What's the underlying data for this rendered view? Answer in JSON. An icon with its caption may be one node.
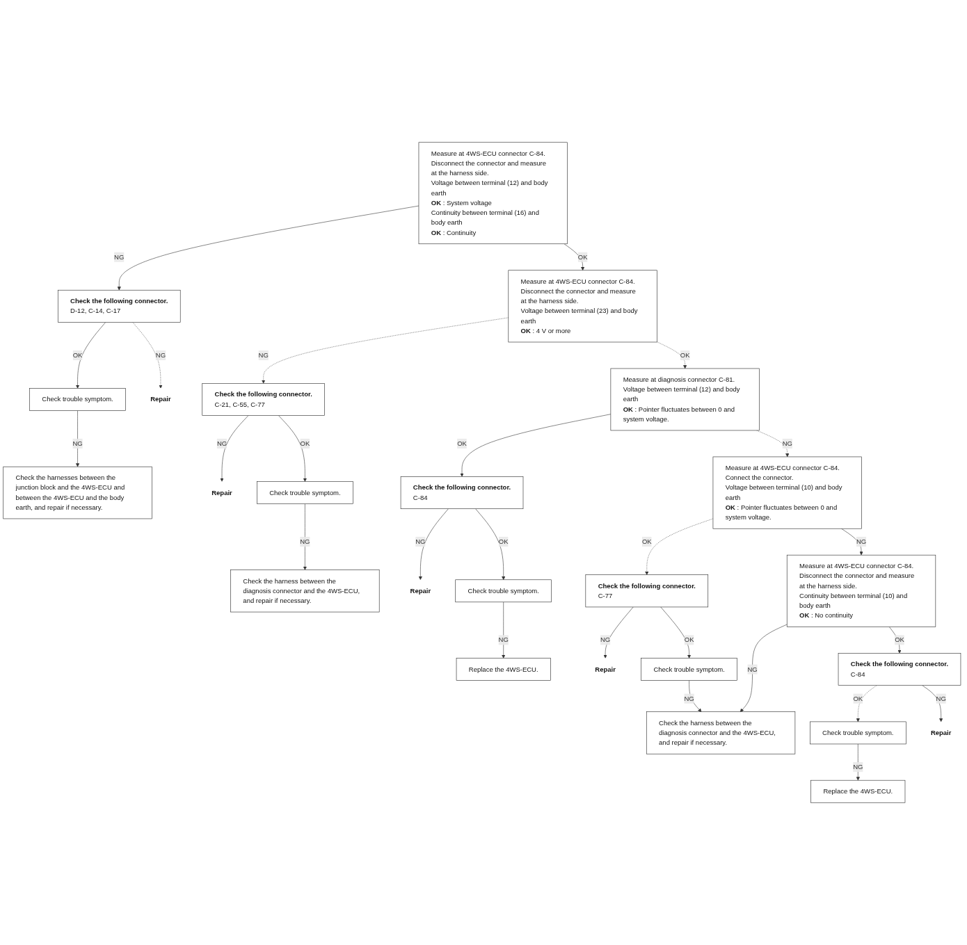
{
  "diagram": {
    "nodes": [
      {
        "text": [
          "Measure at 4WS-ECU connector C-84.",
          "Disconnect the connector and measure at the harness side.",
          "Voltage between terminal (12) and body earth",
          "**OK** : System voltage",
          "Continuity between terminal (16) and body earth",
          "**OK** : Continuity"
        ]
      },
      {
        "text": [
          "Check the following connector.",
          "D-12, C-14, C-17"
        ]
      },
      {
        "text": [
          "Check trouble symptom."
        ]
      },
      {
        "text": [
          "Check the harnesses between the junction block and the 4WS-ECU and between the 4WS-ECU and the body earth, and repair if necessary."
        ]
      },
      {
        "text": [
          "Measure at 4WS-ECU connector C-84.",
          "Disconnect the connector and measure at the harness side.",
          "Voltage between terminal (23) and body earth",
          "**OK** : 4 V or more"
        ]
      },
      {
        "text": [
          "Repair"
        ]
      },
      {
        "text": [
          "Check the following connector.",
          "C-21, C-55, C-77"
        ]
      },
      {
        "text": [
          "Repair"
        ]
      },
      {
        "text": [
          "Check trouble symptom."
        ]
      },
      {
        "text": [
          "Check the harness between the diagnosis connector and the 4WS-ECU, and repair if necessary."
        ]
      },
      {
        "text": [
          "Measure at diagnosis connector C-81.",
          "Voltage between terminal (12) and body earth",
          "**OK** : Pointer fluctuates between 0 and system voltage."
        ]
      },
      {
        "text": [
          "Check the following connector.",
          "C-84"
        ]
      },
      {
        "text": [
          "Repair"
        ]
      },
      {
        "text": [
          "Check trouble symptom."
        ]
      },
      {
        "text": [
          "Replace the 4WS-ECU."
        ]
      },
      {
        "text": [
          "Measure at 4WS-ECU connector C-84.",
          "Connect the connector.",
          "Voltage between terminal (10) and body earth",
          "**OK** : Pointer fluctuates between 0 and system voltage."
        ]
      },
      {
        "text": [
          "Check the following connector.",
          "C-77"
        ]
      },
      {
        "text": [
          "Repair"
        ]
      },
      {
        "text": [
          "Check trouble symptom."
        ]
      },
      {
        "text": [
          "Check the harness between the diagnosis connector and the 4WS-ECU, and repair if necessary."
        ]
      },
      {
        "text": [
          "Measure at 4WS-ECU connector C-84.",
          "Disconnect the connector and measure at the harness side.",
          "Continuity between terminal (10) and body earth",
          "**OK** : No continuity"
        ]
      },
      {
        "text": [
          "Check the following connector.",
          "C-84"
        ]
      },
      {
        "text": [
          "Check trouble symptom."
        ]
      },
      {
        "text": [
          "Replace the 4WS-ECU."
        ]
      },
      {
        "text": [
          "Repair"
        ]
      }
    ],
    "edges": [
      {
        "from": 0,
        "to": 4,
        "arrow": "to",
        "label": "OK"
      },
      {
        "from": 0,
        "to": 1,
        "arrow": "to",
        "label": "NG"
      },
      {
        "from": 1,
        "to": 5,
        "arrow": "to",
        "label": "NG",
        "style": "dashed"
      },
      {
        "from": 1,
        "to": 2,
        "arrow": "to",
        "label": "OK"
      },
      {
        "from": 2,
        "to": 3,
        "arrow": "to",
        "label": "NG"
      },
      {
        "from": 4,
        "to": 6,
        "arrow": "to",
        "label": "NG",
        "style": "dashed"
      },
      {
        "from": 6,
        "to": 8,
        "arrow": "to",
        "label": "OK"
      },
      {
        "from": 6,
        "to": 7,
        "arrow": "to",
        "label": "NG"
      },
      {
        "from": 8,
        "to": 9,
        "arrow": "to",
        "label": "NG"
      },
      {
        "from": 4,
        "to": 10,
        "arrow": "to",
        "label": "OK",
        "style": "dashed"
      },
      {
        "from": 10,
        "to": 11,
        "arrow": "to",
        "label": "OK"
      },
      {
        "from": 11,
        "to": 13,
        "arrow": "to",
        "label": "OK"
      },
      {
        "from": 11,
        "to": 12,
        "arrow": "to",
        "label": "NG"
      },
      {
        "from": 13,
        "to": 14,
        "arrow": "to",
        "label": "NG"
      },
      {
        "from": 10,
        "to": 15,
        "arrow": "to",
        "label": "NG",
        "style": "dashed"
      },
      {
        "from": 15,
        "to": 16,
        "arrow": "to",
        "label": "OK",
        "style": "dashed"
      },
      {
        "from": 16,
        "to": 18,
        "arrow": "to",
        "label": "OK"
      },
      {
        "from": 16,
        "to": 17,
        "arrow": "to",
        "label": "NG"
      },
      {
        "from": 18,
        "to": 19,
        "arrow": "to",
        "label": "NG"
      },
      {
        "from": 15,
        "to": 20,
        "arrow": "to",
        "label": "NG"
      },
      {
        "from": 20,
        "to": 19,
        "arrow": "to",
        "label": "NG"
      },
      {
        "from": 20,
        "to": 21,
        "arrow": "to",
        "label": "OK"
      },
      {
        "from": 21,
        "to": 22,
        "arrow": "to",
        "label": "OK",
        "style": "dashed"
      },
      {
        "from": 21,
        "to": 24,
        "arrow": "to",
        "label": "NG"
      },
      {
        "from": 22,
        "to": 23,
        "arrow": "to",
        "label": "NG"
      }
    ]
  }
}
